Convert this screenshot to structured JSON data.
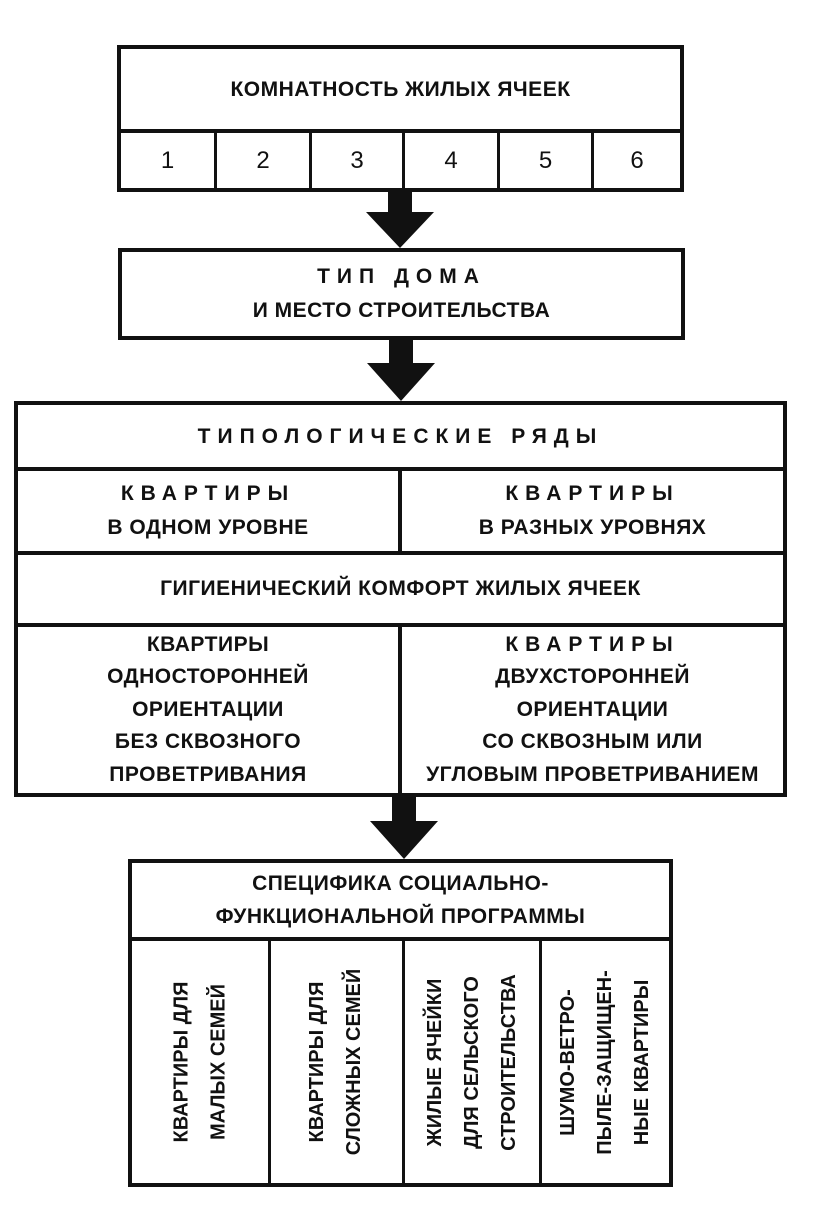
{
  "room_count": {
    "title": "КОМНАТНОСТЬ ЖИЛЫХ ЯЧЕЕК",
    "values": [
      "1",
      "2",
      "3",
      "4",
      "5",
      "6"
    ]
  },
  "house_type": {
    "line1": "ТИП ДОМА",
    "line2": "И МЕСТО СТРОИТЕЛЬСТВА"
  },
  "typological": {
    "title": "ТИПОЛОГИЧЕСКИЕ РЯДЫ",
    "left": {
      "line1": "КВАРТИРЫ",
      "line2": "В ОДНОМ УРОВНЕ"
    },
    "right": {
      "line1": "КВАРТИРЫ",
      "line2": "В РАЗНЫХ УРОВНЯХ"
    },
    "comfort_title": "ГИГИЕНИЧЕСКИЙ КОМФОРТ ЖИЛЫХ ЯЧЕЕК",
    "comfort_left": [
      "КВАРТИРЫ",
      "ОДНОСТОРОННЕЙ",
      "ОРИЕНТАЦИИ",
      "БЕЗ СКВОЗНОГО",
      "ПРОВЕТРИВАНИЯ"
    ],
    "comfort_right": [
      "КВАРТИРЫ",
      "ДВУХСТОРОННЕЙ",
      "ОРИЕНТАЦИИ",
      "СО СКВОЗНЫМ ИЛИ",
      "УГЛОВЫМ ПРОВЕТРИВАНИЕМ"
    ]
  },
  "program": {
    "line1": "СПЕЦИФИКА  СОЦИАЛЬНО-",
    "line2": "ФУНКЦИОНАЛЬНОЙ ПРОГРАММЫ",
    "columns": [
      [
        "КВАРТИРЫ ДЛЯ",
        "МАЛЫХ СЕМЕЙ"
      ],
      [
        "КВАРТИРЫ ДЛЯ",
        "СЛОЖНЫХ СЕМЕЙ"
      ],
      [
        "ЖИЛЫЕ ЯЧЕЙКИ",
        "ДЛЯ  СЕЛЬСКОГО",
        "СТРОИТЕЛЬСТВА"
      ],
      [
        "ШУМО-ВЕТРО-",
        "ПЫЛЕ-ЗАЩИЩЕН-",
        "НЫЕ КВАРТИРЫ"
      ]
    ]
  }
}
